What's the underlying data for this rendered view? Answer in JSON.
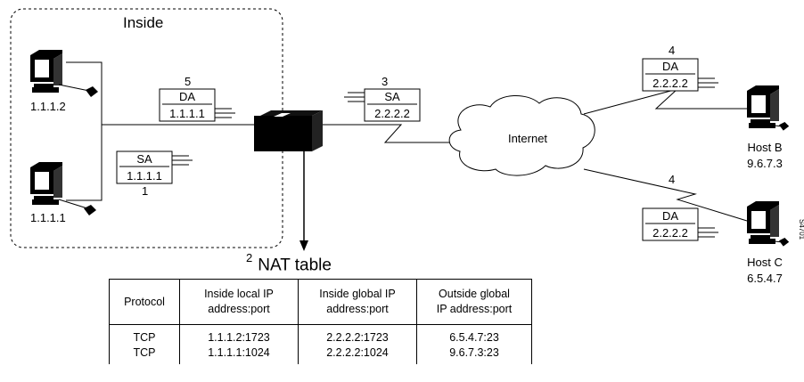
{
  "inside_label": "Inside",
  "hosts": {
    "pc_top": "1.1.1.2",
    "pc_bottom": "1.1.1.1",
    "host_b_name": "Host B",
    "host_b_ip": "9.6.7.3",
    "host_c_name": "Host C",
    "host_c_ip": "6.5.4.7"
  },
  "packets": {
    "p1": {
      "step": "1",
      "field": "SA",
      "addr": "1.1.1.1"
    },
    "p5": {
      "step": "5",
      "field": "DA",
      "addr": "1.1.1.1"
    },
    "p3": {
      "step": "3",
      "field": "SA",
      "addr": "2.2.2.2"
    },
    "p4b": {
      "step": "4",
      "field": "DA",
      "addr": "2.2.2.2"
    },
    "p4c": {
      "step": "4",
      "field": "DA",
      "addr": "2.2.2.2"
    }
  },
  "cloud_label": "Internet",
  "figure_id": "S4701",
  "nat_table": {
    "step": "2",
    "title": "NAT table",
    "headers": [
      [
        "Protocol"
      ],
      [
        "Inside local IP",
        "address:port"
      ],
      [
        "Inside global IP",
        "address:port"
      ],
      [
        "Outside global",
        "IP address:port"
      ]
    ],
    "rows": [
      [
        "TCP",
        "1.1.1.2:1723",
        "2.2.2.2:1723",
        "6.5.4.7:23"
      ],
      [
        "TCP",
        "1.1.1.1:1024",
        "2.2.2.2:1024",
        "9.6.7.3:23"
      ]
    ]
  }
}
